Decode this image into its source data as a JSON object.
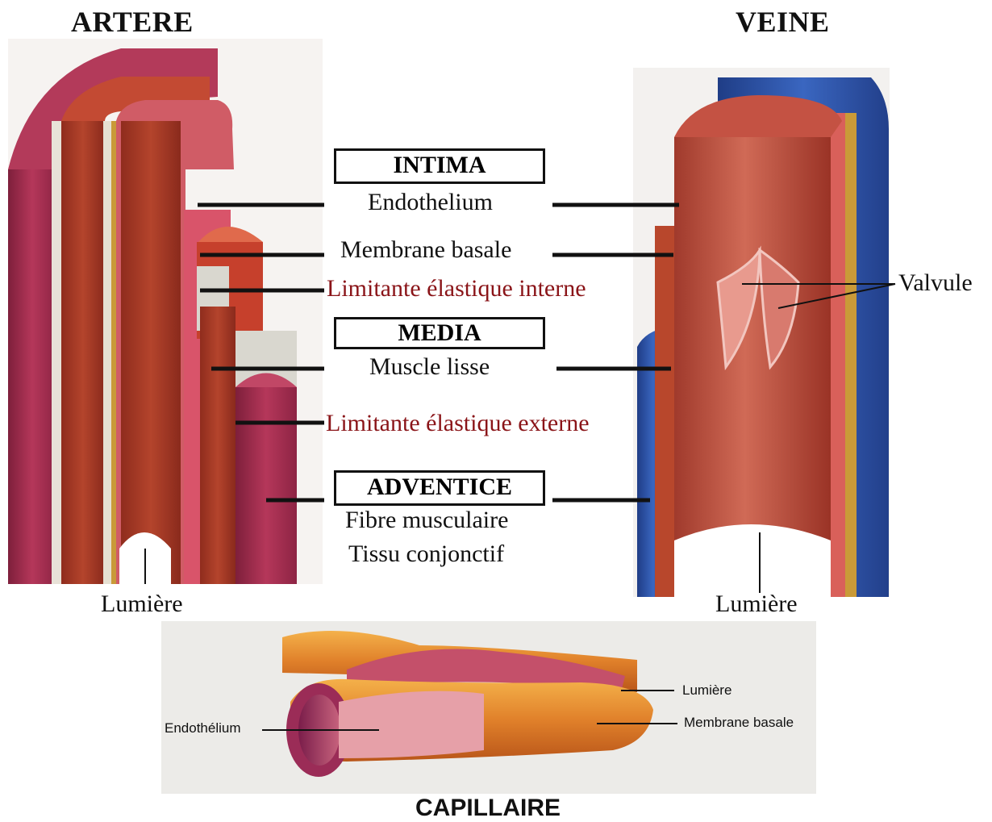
{
  "titles": {
    "artery": "ARTERE",
    "vein": "VEINE",
    "capillary": "CAPILLAIRE"
  },
  "layers": {
    "intima": {
      "heading": "INTIMA",
      "items": [
        "Endothelium",
        "Membrane basale",
        "Limitante élastique interne"
      ]
    },
    "media": {
      "heading": "MEDIA",
      "items": [
        "Muscle lisse",
        "Limitante élastique externe"
      ]
    },
    "adventice": {
      "heading": "ADVENTICE",
      "items": [
        "Fibre musculaire",
        "Tissu conjonctif"
      ]
    }
  },
  "artery_labels": {
    "lumen": "Lumière"
  },
  "vein_labels": {
    "valve": "Valvule",
    "lumen": "Lumière"
  },
  "capillary_labels": {
    "endothelium": "Endothélium",
    "lumen": "Lumière",
    "basement": "Membrane basale"
  },
  "colors": {
    "muscle": "#a5372a",
    "adventice_artery": "#9c2b4a",
    "adventice_vein": "#2a4f9e",
    "elastic": "#d9a640",
    "label_red": "#8a1418",
    "capillary": "#e08a2c"
  }
}
